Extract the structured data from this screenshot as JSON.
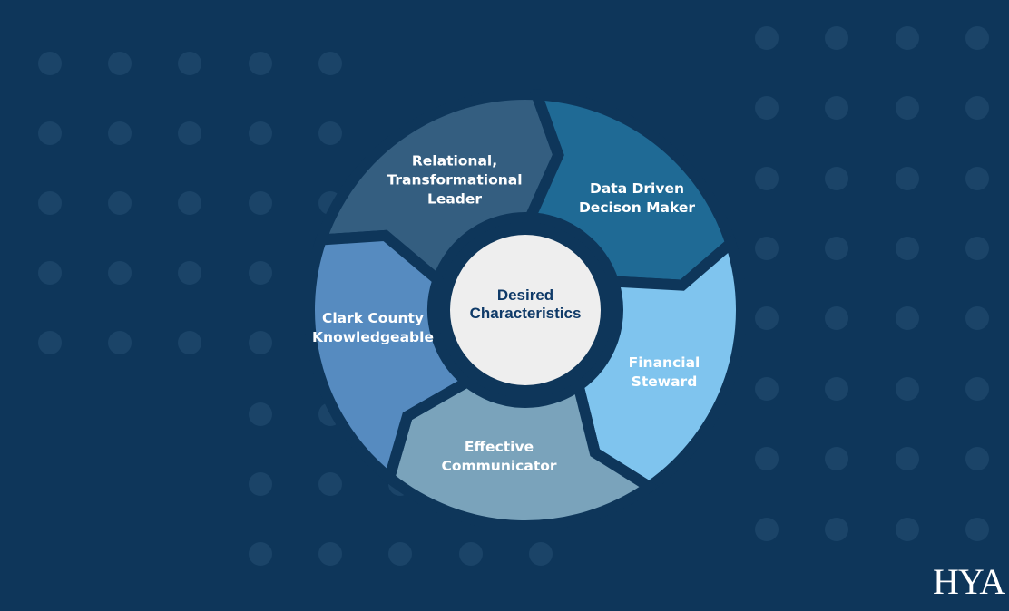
{
  "diagram": {
    "center": "Desired\nCharacteristics",
    "segments": [
      {
        "label": "Relational,\nTransformational\nLeader",
        "color": "#345e80"
      },
      {
        "label": "Data Driven\nDecison Maker",
        "color": "#1f6a95"
      },
      {
        "label": "Financial\nSteward",
        "color": "#7fc4ee"
      },
      {
        "label": "Effective\nCommunicator",
        "color": "#7aa3bb"
      },
      {
        "label": "Clark County\nKnowledgeable",
        "color": "#568bc0"
      }
    ]
  },
  "logo": "HYA",
  "colors": {
    "background": "#0e365a",
    "center_fill": "#eeeeee",
    "dots": "#1b4468"
  }
}
